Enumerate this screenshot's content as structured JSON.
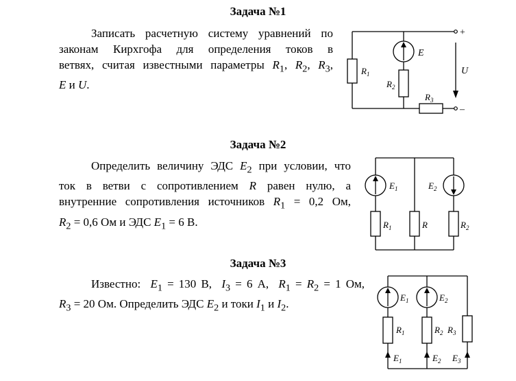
{
  "task1": {
    "title": "Задача №1",
    "line1": "Записать расчетную систему уравнений по",
    "line2": "законам Кирхгофа для определения токов в",
    "line3a": "ветвях, считая известными параметры ",
    "v_R": "R",
    "sub_1": "1",
    "sub_2": "2",
    "sub_3": "3",
    "comma": ", ",
    "v_E": "E",
    "and": " и ",
    "v_U": "U",
    "period": ".",
    "diagram": {
      "E": "E",
      "U": "U",
      "R": "R",
      "s1": "1",
      "s2": "2",
      "s3": "3",
      "plus": "+",
      "minus": "–"
    }
  },
  "task2": {
    "title": "Задача №2",
    "line1a": "Определить величину ЭДС ",
    "v_E": "E",
    "sub_2": "2",
    "line1b": " при условии, что",
    "line2a": "ток в ветви с сопротивлением ",
    "v_R": "R",
    "line2b": " равен нулю, а",
    "line3": "внутренние сопротивления источников ",
    "sub_1": "1",
    "eq1": " = 0,2 Ом,",
    "eq2": " = 0,6 Ом и ЭДС ",
    "eq3": " = 6 В.",
    "diagram": {
      "E": "E",
      "R": "R",
      "s1": "1",
      "s2": "2"
    }
  },
  "task3": {
    "title": "Задача №3",
    "known": "Известно:",
    "v_E": "E",
    "v_I": "I",
    "v_R": "R",
    "sub_1": "1",
    "sub_2": "2",
    "sub_3": "3",
    "e1val": " = 130 В,",
    "i3val": " = 6 А,",
    "eqmid": " = ",
    "r12val": " = 1 Ом,",
    "r3val": " = 20 Ом. Определить ЭДС ",
    "toki": " и токи ",
    "and": " и ",
    "period": ".",
    "diagram": {
      "E": "E",
      "R": "R",
      "s1": "1",
      "s2": "2",
      "s3": "3"
    }
  }
}
